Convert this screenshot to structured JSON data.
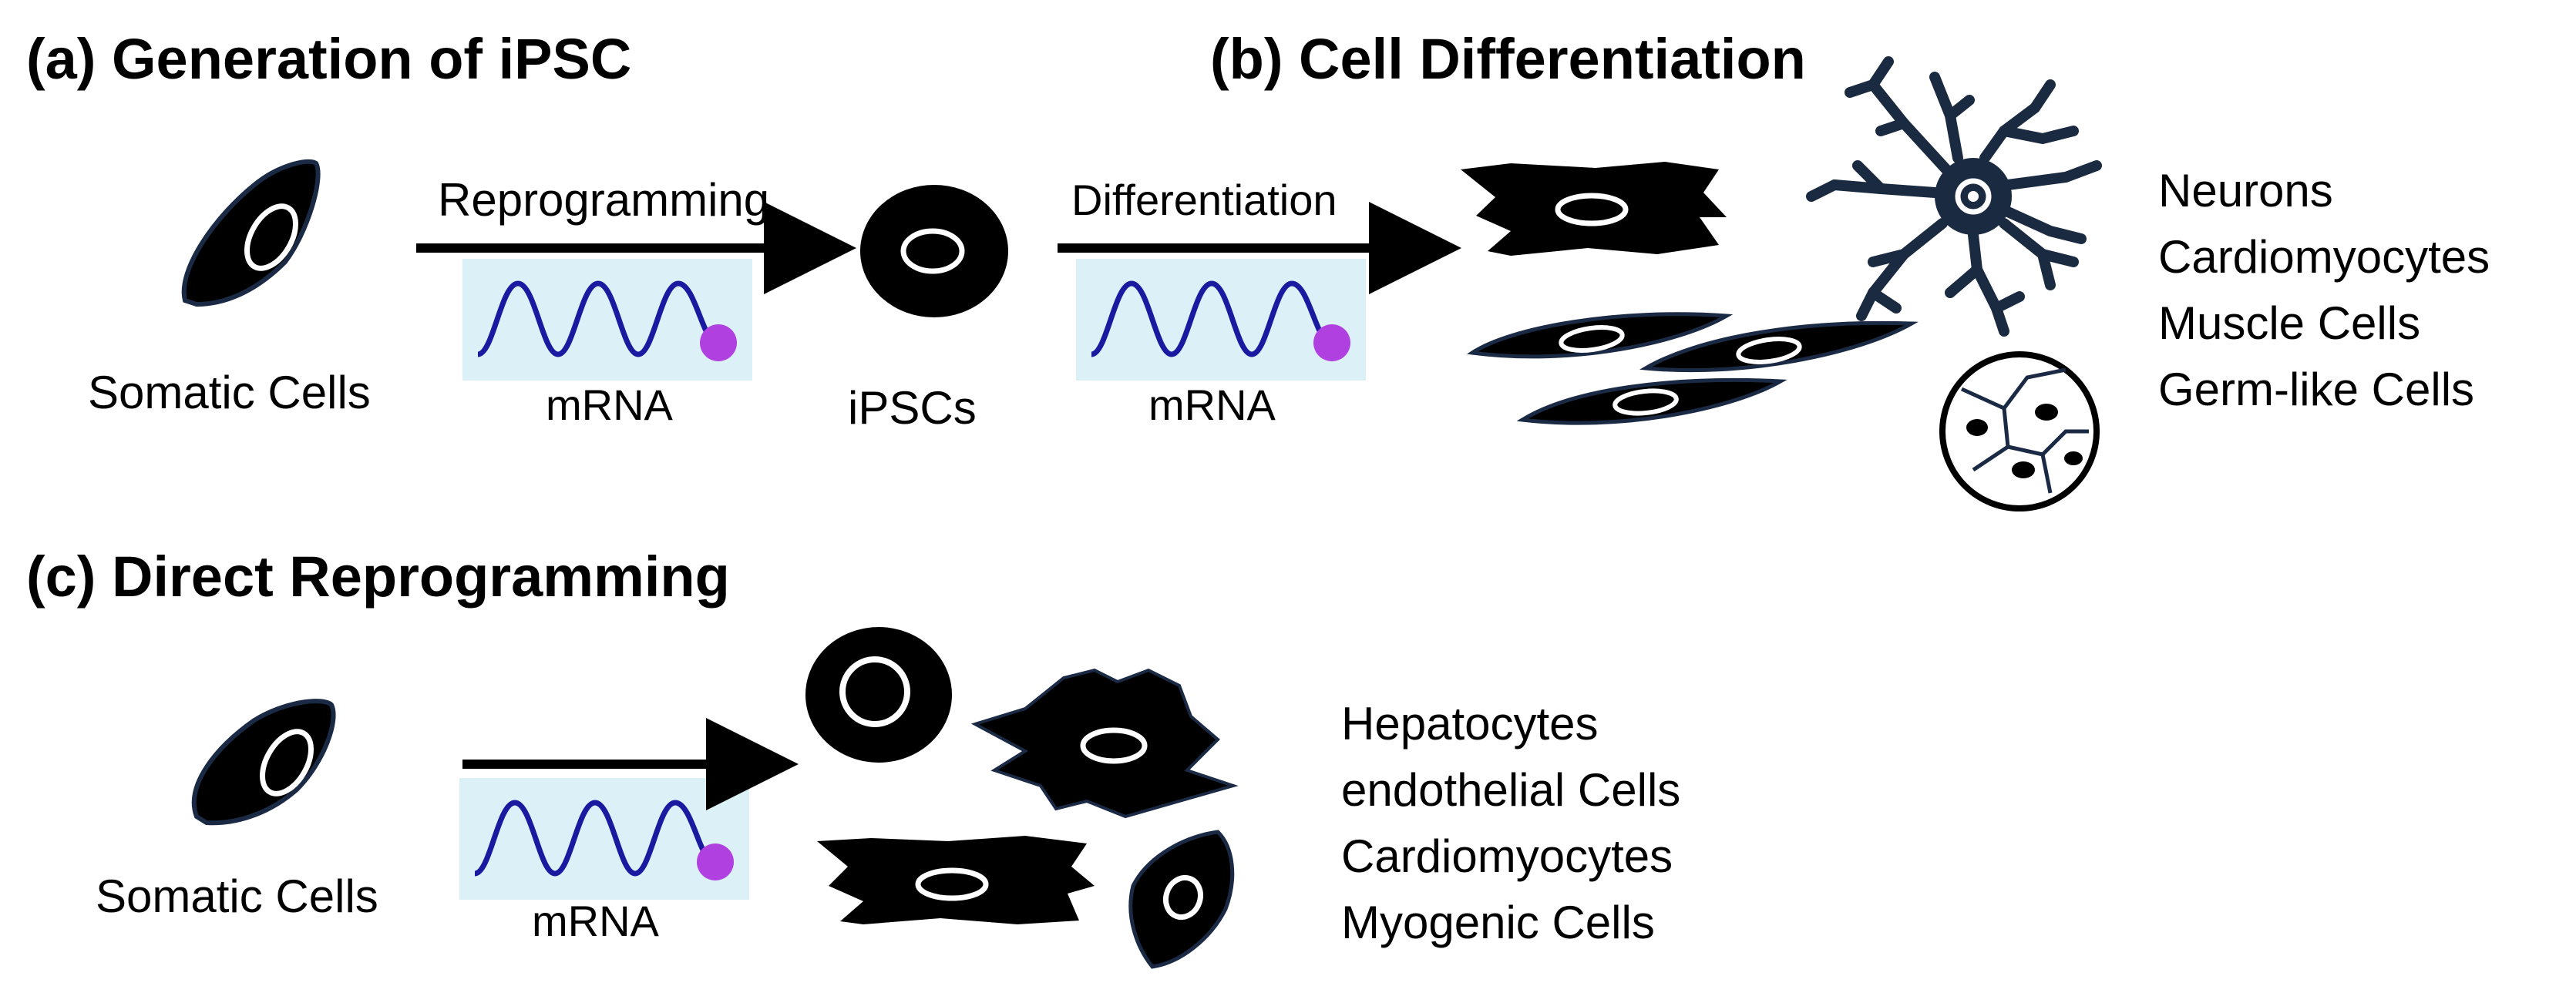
{
  "panel_a": {
    "title": "(a) Generation of iPSC",
    "somatic_label": "Somatic Cells",
    "arrow_label": "Reprogramming",
    "mrna_label": "mRNA",
    "ipsc_label": "iPSCs"
  },
  "panel_b": {
    "title": "(b) Cell Differentiation",
    "arrow_label": "Differentiation",
    "mrna_label": "mRNA",
    "cell_types": [
      "Neurons",
      "Cardiomyocytes",
      "Muscle Cells",
      "Germ-like Cells"
    ]
  },
  "panel_c": {
    "title": "(c) Direct Reprogramming",
    "somatic_label": "Somatic Cells",
    "mrna_label": "mRNA",
    "cell_types": [
      "Hepatocytes",
      "endothelial Cells",
      "Cardiomyocytes",
      "Myogenic Cells"
    ]
  },
  "colors": {
    "mrna_wave": "#1a1aa0",
    "mrna_cap": "#b040e0",
    "mrna_box": "#dcf0f8",
    "cell_fill": "#000000",
    "cell_outline": "#1b2a44",
    "neuron_fill": "#1a2a40"
  }
}
